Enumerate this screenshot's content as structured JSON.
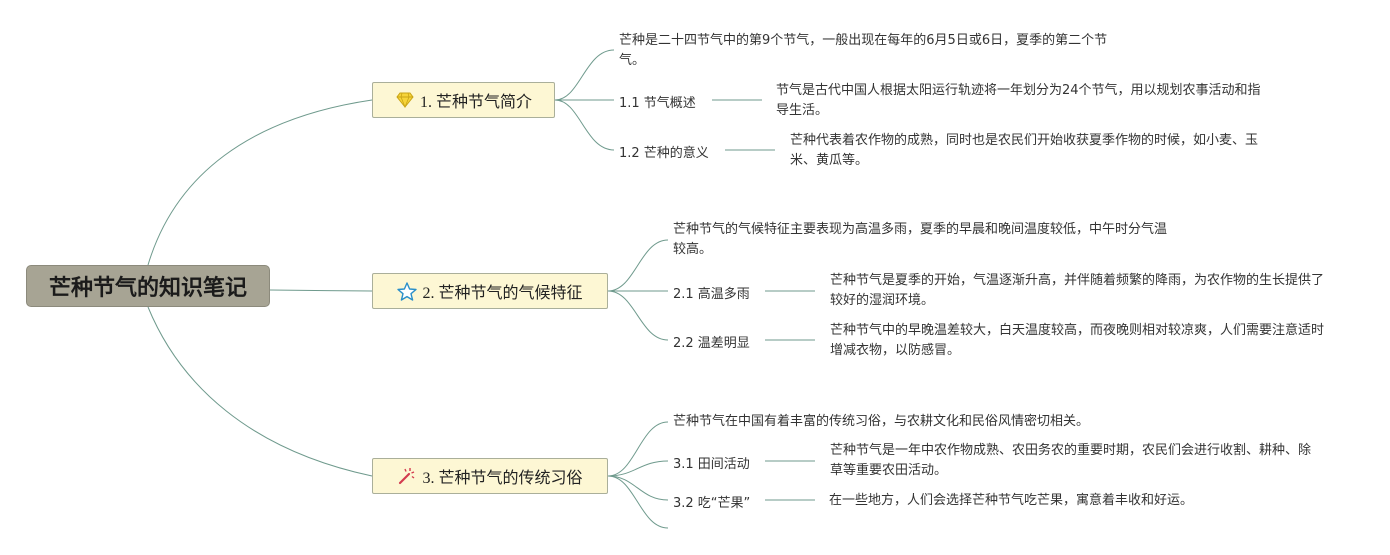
{
  "root": {
    "label": "芒种节气的知识笔记"
  },
  "branches": [
    {
      "label": "1. 芒种节气简介",
      "icon": "diamond-icon",
      "summary": "芒种是二十四节气中的第9个节气，一般出现在每年的6月5日或6日，夏季的第二个节气。",
      "subs": [
        {
          "label": "1.1 节气概述",
          "detail": "节气是古代中国人根据太阳运行轨迹将一年划分为24个节气，用以规划农事活动和指导生活。"
        },
        {
          "label": "1.2 芒种的意义",
          "detail": "芒种代表着农作物的成熟，同时也是农民们开始收获夏季作物的时候，如小麦、玉米、黄瓜等。"
        }
      ]
    },
    {
      "label": "2. 芒种节气的气候特征",
      "icon": "star-icon",
      "summary": "芒种节气的气候特征主要表现为高温多雨，夏季的早晨和晚间温度较低，中午时分气温较高。",
      "subs": [
        {
          "label": "2.1 高温多雨",
          "detail": "芒种节气是夏季的开始，气温逐渐升高，并伴随着频繁的降雨，为农作物的生长提供了较好的湿润环境。"
        },
        {
          "label": "2.2 温差明显",
          "detail": "芒种节气中的早晚温差较大，白天温度较高，而夜晚则相对较凉爽，人们需要注意适时增减衣物，以防感冒。"
        }
      ]
    },
    {
      "label": "3. 芒种节气的传统习俗",
      "icon": "magic-wand-icon",
      "summary": "芒种节气在中国有着丰富的传统习俗，与农耕文化和民俗风情密切相关。",
      "subs": [
        {
          "label": "3.1 田间活动",
          "detail": "芒种节气是一年中农作物成熟、农田务农的重要时期，农民们会进行收割、耕种、除草等重要农田活动。"
        },
        {
          "label": "3.2 吃“芒果”",
          "detail": "在一些地方，人们会选择芒种节气吃芒果，寓意着丰收和好运。"
        }
      ]
    }
  ],
  "colors": {
    "root_bg": "#a7a494",
    "branch_bg": "#fdf7d4",
    "branch_border": "#aaaf9a",
    "link": "#6f9a8d"
  }
}
